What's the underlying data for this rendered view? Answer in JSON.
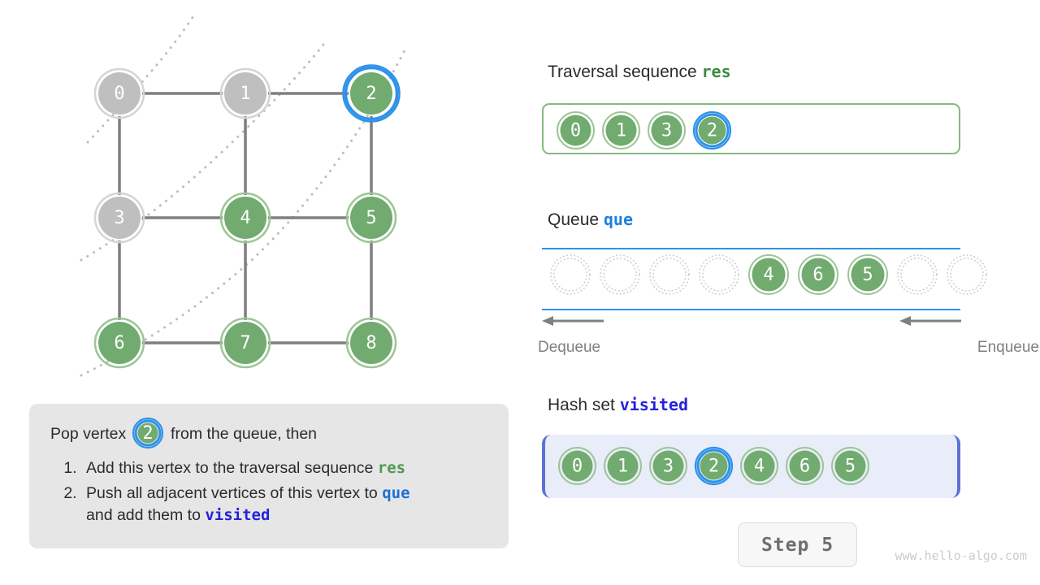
{
  "graph": {
    "title": "bfs-grid-graph",
    "vertices": [
      {
        "id": "0",
        "label": "0",
        "col": 0,
        "row": 0,
        "state": "unvisited"
      },
      {
        "id": "1",
        "label": "1",
        "col": 1,
        "row": 0,
        "state": "unvisited"
      },
      {
        "id": "2",
        "label": "2",
        "col": 2,
        "row": 0,
        "state": "current"
      },
      {
        "id": "3",
        "label": "3",
        "col": 0,
        "row": 1,
        "state": "unvisited"
      },
      {
        "id": "4",
        "label": "4",
        "col": 1,
        "row": 1,
        "state": "visited"
      },
      {
        "id": "5",
        "label": "5",
        "col": 2,
        "row": 1,
        "state": "visited"
      },
      {
        "id": "6",
        "label": "6",
        "col": 0,
        "row": 2,
        "state": "visited"
      },
      {
        "id": "7",
        "label": "7",
        "col": 1,
        "row": 2,
        "state": "visited"
      },
      {
        "id": "8",
        "label": "8",
        "col": 2,
        "row": 2,
        "state": "visited"
      }
    ],
    "edges": [
      [
        "0",
        "1"
      ],
      [
        "1",
        "2"
      ],
      [
        "3",
        "4"
      ],
      [
        "4",
        "5"
      ],
      [
        "6",
        "7"
      ],
      [
        "7",
        "8"
      ],
      [
        "0",
        "3"
      ],
      [
        "3",
        "6"
      ],
      [
        "1",
        "4"
      ],
      [
        "4",
        "7"
      ],
      [
        "2",
        "5"
      ],
      [
        "5",
        "8"
      ]
    ],
    "wavefronts": 3
  },
  "explanation": {
    "lead_before": "Pop vertex ",
    "lead_vertex": "2",
    "lead_after": " from the queue, then",
    "steps": [
      {
        "index": "1.",
        "text_before": "Add this vertex to the traversal sequence ",
        "code": "res",
        "code_style": "green",
        "text_after": ""
      },
      {
        "index": "2.",
        "text_before": "Push all adjacent vertices of this vertex to ",
        "code": "que",
        "code_style": "blue",
        "text_after": "",
        "line2_before": "and add them to ",
        "line2_code": "visited",
        "line2_code_style": "navy"
      }
    ]
  },
  "result": {
    "title_text": "Traversal sequence ",
    "title_code": "res",
    "items": [
      {
        "label": "0",
        "state": "visited"
      },
      {
        "label": "1",
        "state": "visited"
      },
      {
        "label": "3",
        "state": "visited"
      },
      {
        "label": "2",
        "state": "current"
      }
    ]
  },
  "queue": {
    "title_text": "Queue ",
    "title_code": "que",
    "slots": [
      {
        "label": "",
        "state": "empty"
      },
      {
        "label": "",
        "state": "empty"
      },
      {
        "label": "",
        "state": "empty"
      },
      {
        "label": "",
        "state": "empty"
      },
      {
        "label": "4",
        "state": "filled"
      },
      {
        "label": "6",
        "state": "filled"
      },
      {
        "label": "5",
        "state": "filled"
      },
      {
        "label": "",
        "state": "empty"
      },
      {
        "label": "",
        "state": "empty"
      }
    ],
    "dequeue_label": "Dequeue",
    "enqueue_label": "Enqueue"
  },
  "visited": {
    "title_text": "Hash set ",
    "title_code": "visited",
    "items": [
      {
        "label": "0",
        "state": "visited"
      },
      {
        "label": "1",
        "state": "visited"
      },
      {
        "label": "3",
        "state": "visited"
      },
      {
        "label": "2",
        "state": "current"
      },
      {
        "label": "4",
        "state": "visited"
      },
      {
        "label": "6",
        "state": "visited"
      },
      {
        "label": "5",
        "state": "visited"
      }
    ]
  },
  "footer": {
    "step_label": "Step 5",
    "watermark": "www.hello-algo.com"
  },
  "colors": {
    "green_fill": "#71ab6f",
    "green_ring": "#9cc596",
    "gray_fill": "#bfbfbf",
    "gray_ring": "#d4d4d4",
    "highlight_blue": "#2e92e8",
    "edge_gray": "#7f7f7f",
    "wavefront_gray": "#bdbdbd",
    "rail_blue": "#2e92e8",
    "visited_box_fill": "#e9edf9",
    "visited_box_border": "#5c72d4",
    "res_box_border": "#86b97f",
    "explain_bg": "#e6e6e6"
  }
}
